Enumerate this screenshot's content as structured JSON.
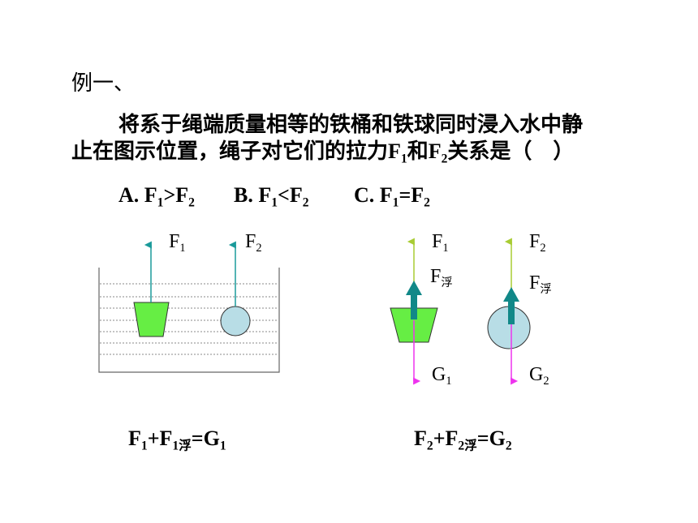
{
  "heading": "例一、",
  "question": {
    "line1": "将系于绳端质量相等的铁桶和铁球同时浸入水中静",
    "line2_pre": "止在图示位置，绳子对它们的拉力F",
    "line2_sub1": "1",
    "line2_mid": "和F",
    "line2_sub2": "2",
    "line2_post": "关系是（　）"
  },
  "options": {
    "a": {
      "pre": "A. F",
      "sub1": "1",
      "op": ">F",
      "sub2": "2"
    },
    "b": {
      "pre": "B. F",
      "sub1": "1",
      "op": "<F",
      "sub2": "2"
    },
    "c": {
      "pre": "C.  F",
      "sub1": "1",
      "op": "=F",
      "sub2": "2"
    }
  },
  "diagram_labels": {
    "F": "F",
    "G": "G",
    "one": "1",
    "two": "2",
    "fu": "浮"
  },
  "equations": {
    "eq1": {
      "a": "F",
      "a_sub": "1",
      "plus": "+F",
      "b_sub": "1浮",
      "eq": "=G",
      "c_sub": "1"
    },
    "eq2": {
      "a": "F",
      "a_sub": "2",
      "plus": "+F",
      "b_sub": "2浮",
      "eq": "=G",
      "c_sub": "2"
    }
  },
  "colors": {
    "bucket": "#66ee44",
    "ball": "#b8dde6",
    "rope": "#1a9a9a",
    "buoyancy": "#118888",
    "tension": "#a8cc33",
    "gravity": "#ee33ee",
    "water_line": "#888888"
  }
}
